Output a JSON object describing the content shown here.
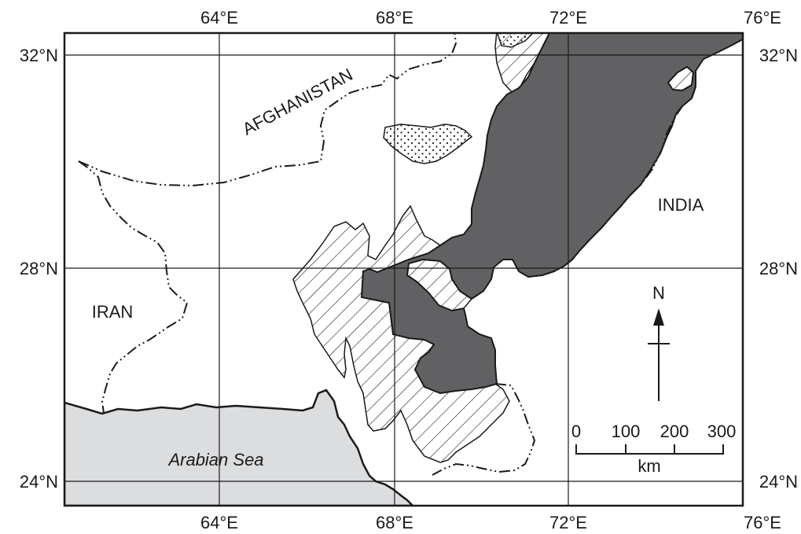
{
  "map": {
    "longitude_labels": [
      "64°E",
      "68°E",
      "72°E",
      "76°E"
    ],
    "latitude_labels": [
      "32°N",
      "28°N",
      "24°N"
    ],
    "countries": {
      "afghanistan": "AFGHANISTAN",
      "iran": "IRAN",
      "india": "INDIA"
    },
    "sea": "Arabian Sea",
    "north_arrow": "N",
    "scale": {
      "ticks": [
        "0",
        "100",
        "200",
        "300"
      ],
      "unit": "km"
    },
    "colors": {
      "dark_fill": "#616163",
      "sea_fill": "#dcdddf",
      "line": "#1a1a1a"
    }
  }
}
